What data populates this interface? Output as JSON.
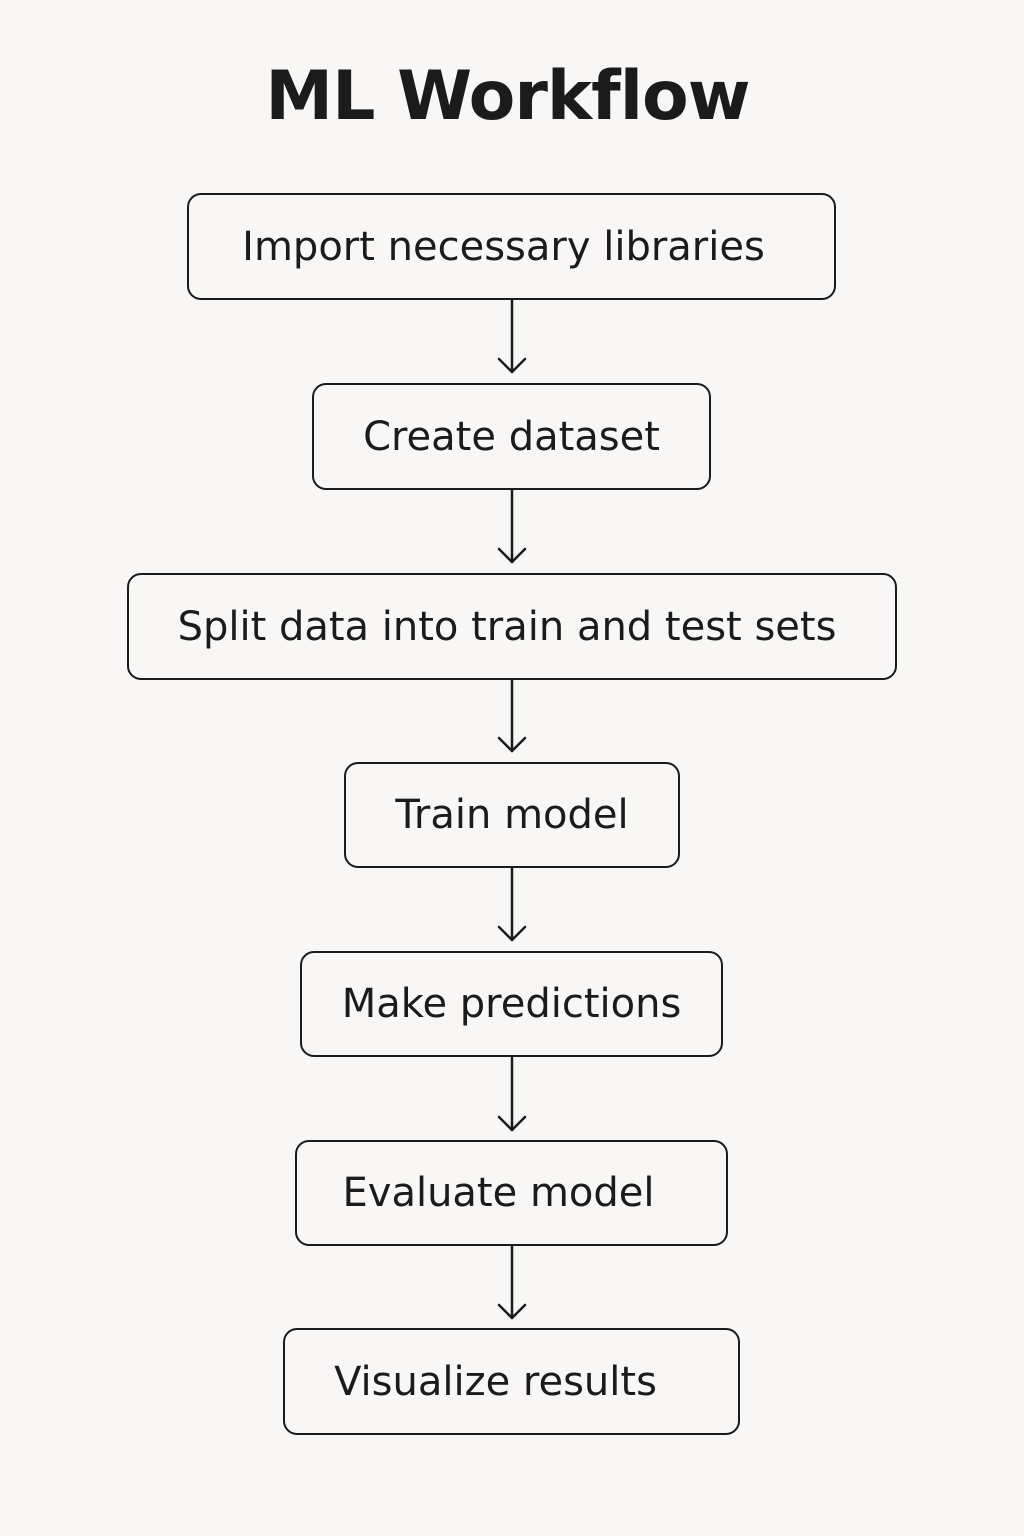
{
  "title": "ML Workflow",
  "steps": [
    {
      "label": "Import necessary libraries"
    },
    {
      "label": "Create dataset"
    },
    {
      "label": "Split data into train and test sets"
    },
    {
      "label": "Train model"
    },
    {
      "label": "Make predictions"
    },
    {
      "label": "Evaluate model"
    },
    {
      "label": "Visualize results"
    }
  ]
}
